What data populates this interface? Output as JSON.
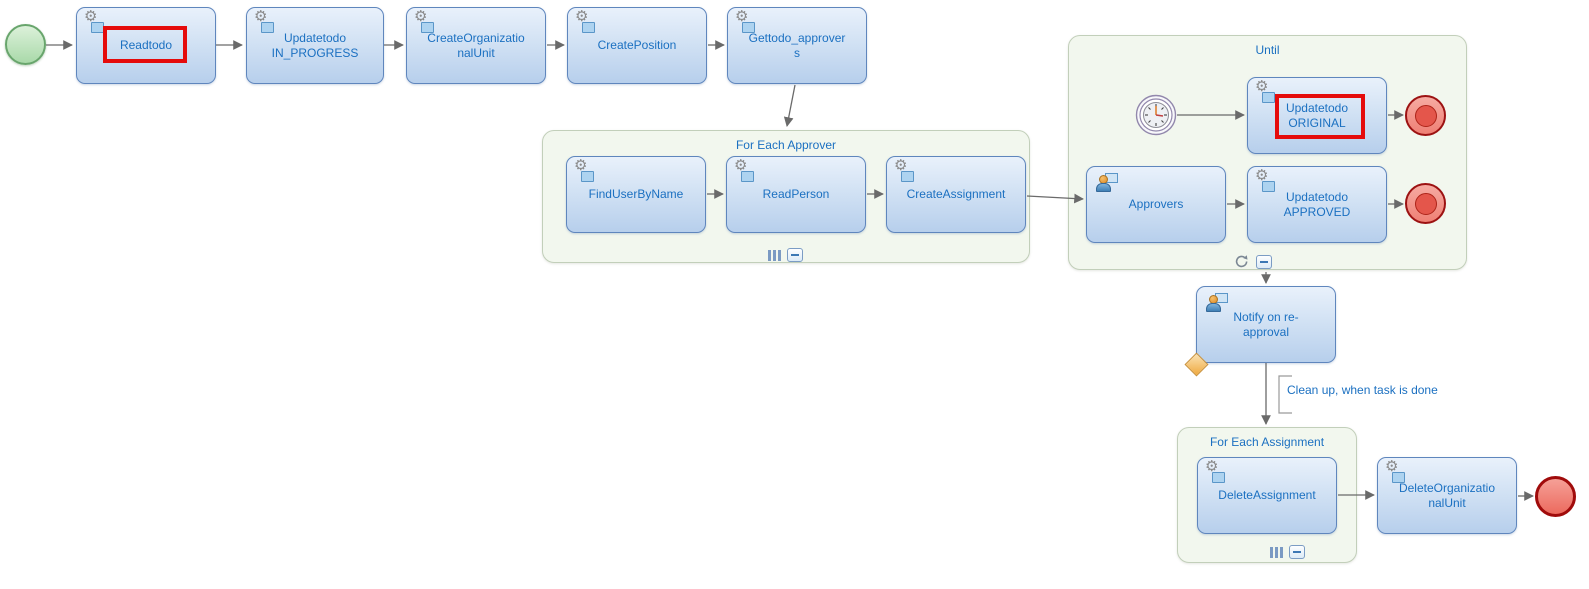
{
  "palette": {
    "label_blue": "#1b70c1",
    "task_fill_top": "#e9f1fb",
    "task_fill_bottom": "#b7cfec",
    "task_border": "#5f86bd",
    "subprocess_fill": "#f2f7ee",
    "subprocess_border": "#c2cfba",
    "highlight_red": "#e50b0b",
    "start_green": "#a9d9a9",
    "end_red": "#ec6a5e",
    "connector_gray": "#6a6a6a"
  },
  "icons": {
    "service_gear_glyph": "⚙"
  },
  "events": {
    "start": "start-event",
    "timer": "timer-event",
    "terminate_original": "terminate-end-event",
    "terminate_approved": "terminate-end-event",
    "end_final": "end-event"
  },
  "tasks": {
    "readtodo": "Readtodo",
    "updatetodo_in_progress": "Updatetodo\nIN_PROGRESS",
    "create_organizational_unit": "CreateOrganizatio\nnalUnit",
    "create_position": "CreatePosition",
    "gettodo_approvers": "Gettodo_approver\ns",
    "find_user_by_name": "FindUserByName",
    "read_person": "ReadPerson",
    "create_assignment": "CreateAssignment",
    "updatetodo_original": "Updatetodo\nORIGINAL",
    "approvers": "Approvers",
    "updatetodo_approved": "Updatetodo\nAPPROVED",
    "notify_on_reapproval": "Notify on re-\napproval",
    "delete_assignment": "DeleteAssignment",
    "delete_organizational_unit": "DeleteOrganizatio\nnalUnit"
  },
  "subprocesses": {
    "for_each_approver": "For Each Approver",
    "until": "Until",
    "for_each_assignment": "For Each Assignment"
  },
  "annotation": {
    "clean_up": "Clean up, when task is done"
  },
  "highlighted_tasks": [
    "Readtodo",
    "Updatetodo ORIGINAL"
  ]
}
